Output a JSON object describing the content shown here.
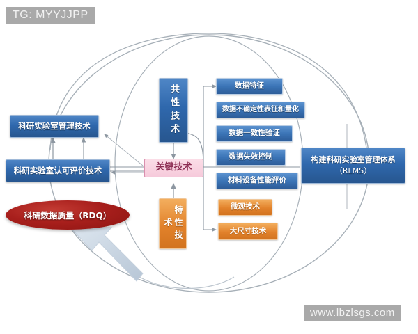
{
  "overlay": {
    "tg_tag": "TG: MYYJJPP",
    "watermark": "www.lbzlsgs.com"
  },
  "diagram": {
    "title_center": "关键技术",
    "nodes": {
      "common_tech": "共性技术",
      "characteristic_tech": "特性技术",
      "key_tech": "关键技术",
      "lab_mgmt_tech": "科研实验室管理技术",
      "lab_accred_tech": "科研实验室认可评价技术",
      "rdq_ellipse": "科研数据质量（RDQ）",
      "rlms_line1": "构建科研实验室管理体系",
      "rlms_line2": "（RLMS）"
    },
    "common_outputs": [
      "数据特征",
      "数据不确定性表征和量化",
      "数据一致性验证",
      "数据失效控制",
      "材料设备性能评价"
    ],
    "characteristic_outputs": [
      "微观技术",
      "大尺寸技术"
    ]
  },
  "colors": {
    "blue_dark": "#27568f",
    "blue_mid": "#3b74b6",
    "orange": "#e2822b",
    "pink": "#f6cadb",
    "pink_border": "#d98fae",
    "red": "#a81f1c",
    "line_gray": "#9aa3ab",
    "tag_gray": "#a9a9a9",
    "arrow_big": "#c6d4e2"
  }
}
